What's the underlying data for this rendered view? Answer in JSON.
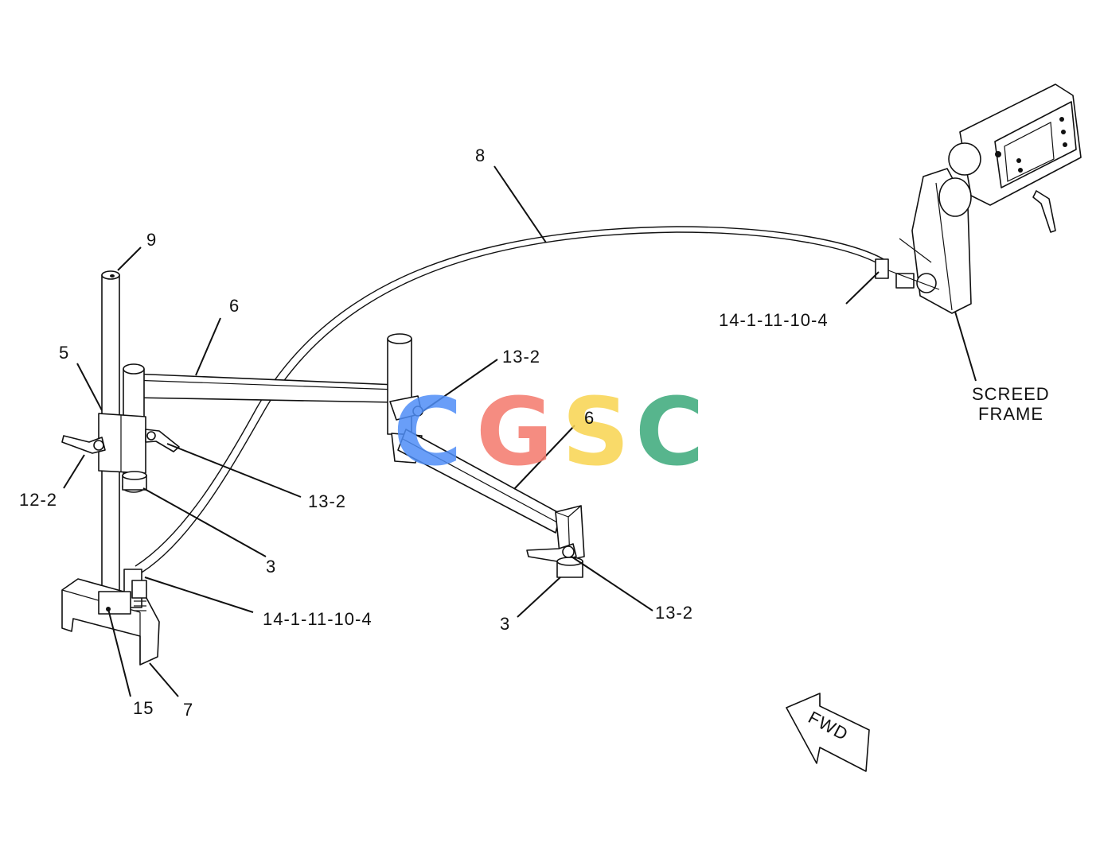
{
  "labels": {
    "l_8": "8",
    "l_9": "9",
    "l_6_top": "6",
    "l_5": "5",
    "l_13_2_center": "13-2",
    "l_6_mid": "6",
    "l_14_right": "14-1-11-10-4",
    "l_screed": "SCREED",
    "l_frame": "FRAME",
    "l_12_2": "12-2",
    "l_13_2_left": "13-2",
    "l_3_left": "3",
    "l_14_left": "14-1-11-10-4",
    "l_13_2_right": "13-2",
    "l_3_right": "3",
    "l_15": "15",
    "l_7": "7",
    "fwd": "FWD"
  },
  "watermark": {
    "letters": [
      "C",
      "G",
      "S",
      "C"
    ],
    "colors": [
      "#4f8ef7",
      "#f4786c",
      "#f9d450",
      "#3aa97a"
    ]
  }
}
